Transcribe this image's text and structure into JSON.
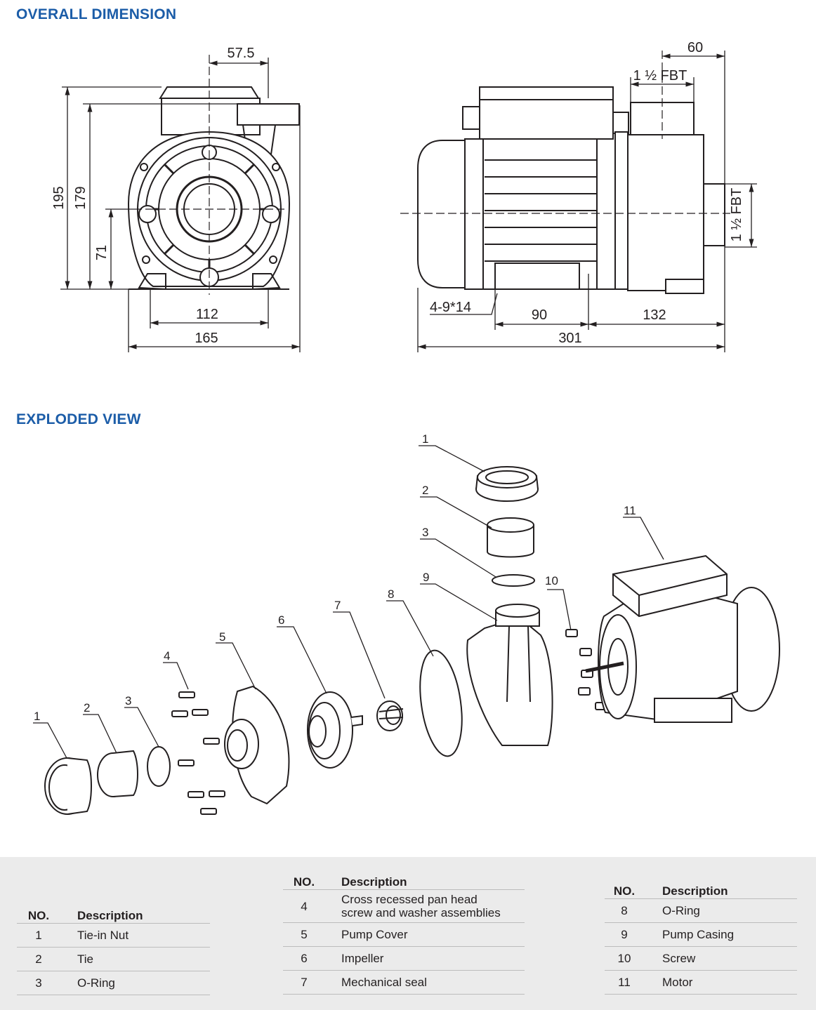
{
  "sections": {
    "dimension_title": "OVERALL DIMENSION",
    "exploded_title": "EXPLODED VIEW"
  },
  "front_view": {
    "dims": {
      "d57_5": "57.5",
      "d195": "195",
      "d179": "179",
      "d71": "71",
      "d112": "112",
      "d165": "165"
    }
  },
  "side_view": {
    "dims": {
      "d60": "60",
      "outlet": "1 ½ FBT",
      "inlet": "1 ½ FBT",
      "holes": "4-9*14",
      "d90": "90",
      "d132": "132",
      "d301": "301"
    }
  },
  "exploded": {
    "callouts": {
      "top_1": "1",
      "top_2": "2",
      "top_3": "3",
      "c9": "9",
      "c10": "10",
      "c11": "11",
      "c8": "8",
      "c7": "7",
      "c6": "6",
      "c5": "5",
      "c4": "4",
      "left_1": "1",
      "left_2": "2",
      "left_3": "3"
    }
  },
  "parts_table": {
    "header_no": "NO.",
    "header_desc": "Description",
    "left": [
      {
        "no": "1",
        "desc": "Tie-in Nut"
      },
      {
        "no": "2",
        "desc": "Tie"
      },
      {
        "no": "3",
        "desc": "O-Ring"
      }
    ],
    "middle": [
      {
        "no": "4",
        "desc_line1": "Cross recessed pan head",
        "desc_line2": "screw and washer assemblies"
      },
      {
        "no": "5",
        "desc": "Pump Cover"
      },
      {
        "no": "6",
        "desc": "Impeller"
      },
      {
        "no": "7",
        "desc": "Mechanical seal"
      }
    ],
    "right": [
      {
        "no": "8",
        "desc": "O-Ring"
      },
      {
        "no": "9",
        "desc": "Pump Casing"
      },
      {
        "no": "10",
        "desc": "Screw"
      },
      {
        "no": "11",
        "desc": "Motor"
      }
    ]
  }
}
